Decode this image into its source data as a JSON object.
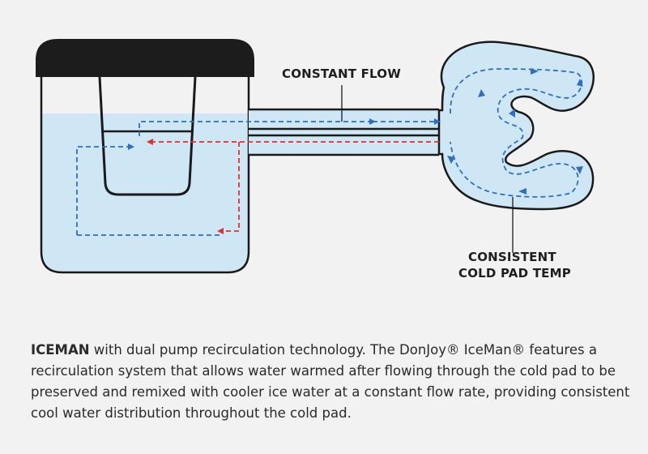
{
  "labels": {
    "constant_flow": "CONSTANT FLOW",
    "consistent_line1": "CONSISTENT",
    "consistent_line2": "COLD PAD TEMP"
  },
  "caption": {
    "brand": "ICEMAN",
    "text": " with dual pump recirculation technology. The DonJoy® IceMan® features a recirculation system that allows water warmed after flowing through the cold pad to be preserved and remixed with cooler ice water at a constant flow rate, providing consistent cool water distribution throughout the cold pad."
  },
  "colors": {
    "background": "#f2f2f2",
    "water": "#cfe6f5",
    "outline": "#1a1a1a",
    "lid": "#1c1c1c",
    "cold_flow": "#2f6fbd",
    "warm_flow": "#e0322b"
  }
}
